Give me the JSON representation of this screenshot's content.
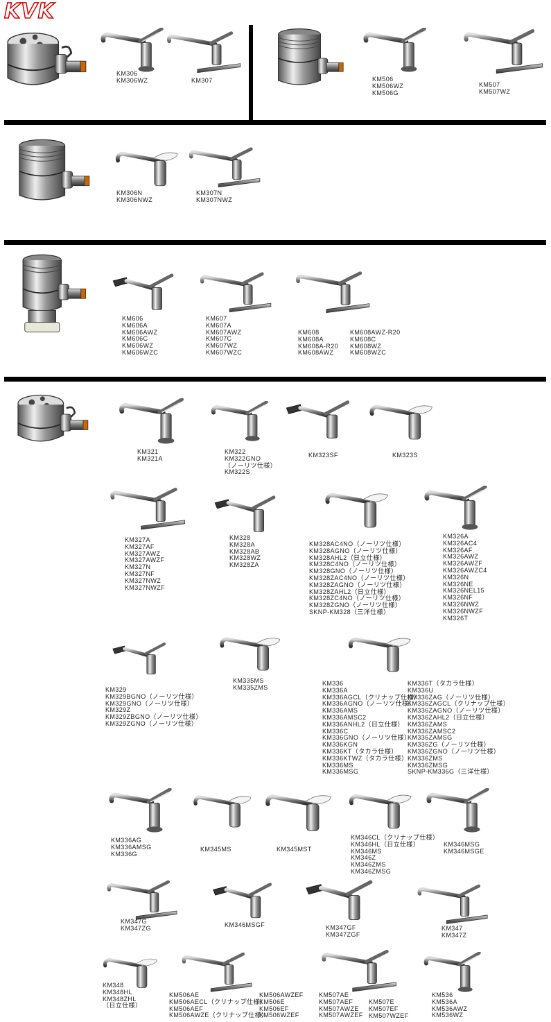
{
  "brand": {
    "logo_text": "KVK",
    "logo_color": "#d40000"
  },
  "sections": [
    {
      "groups": [
        {
          "id": "g1",
          "models": [
            "KM306",
            "KM306WZ"
          ]
        },
        {
          "id": "g2",
          "models": [
            "KM307"
          ]
        },
        {
          "id": "g3",
          "models": [
            "KM506",
            "KM506WZ",
            "KM506G"
          ]
        },
        {
          "id": "g4",
          "models": [
            "KM507",
            "KM507WZ"
          ]
        }
      ]
    },
    {
      "groups": [
        {
          "id": "g5",
          "models": [
            "KM306N",
            "KM306NWZ"
          ]
        },
        {
          "id": "g6",
          "models": [
            "KM307N",
            "KM307NWZ"
          ]
        }
      ]
    },
    {
      "groups": [
        {
          "id": "g7",
          "models": [
            "KM606",
            "KM606A",
            "KM606AWZ",
            "KM606C",
            "KM606WZ",
            "KM606WZC"
          ]
        },
        {
          "id": "g8",
          "models": [
            "KM607",
            "KM607A",
            "KM607AWZ",
            "KM607C",
            "KM607WZ",
            "KM607WZC"
          ]
        },
        {
          "id": "g9",
          "models": [
            "KM608",
            "KM608A",
            "KM608A-R20",
            "KM608AWZ"
          ]
        },
        {
          "id": "g10",
          "models": [
            "KM608AWZ-R20",
            "KM608C",
            "KM608WZ",
            "KM608WZC"
          ]
        }
      ]
    },
    {
      "groups": [
        {
          "id": "g11",
          "models": [
            "KM321",
            "KM321A"
          ]
        },
        {
          "id": "g12",
          "models": [
            "KM322",
            "KM322GNO",
            "（ノーリツ仕様）",
            "KM322S"
          ]
        },
        {
          "id": "g13",
          "models": [
            "KM323SF"
          ]
        },
        {
          "id": "g14",
          "models": [
            "KM323S"
          ]
        },
        {
          "id": "g15",
          "models": [
            "KM327A",
            "KM327AF",
            "KM327AWZ",
            "KM327AWZF",
            "KM327N",
            "KM327NF",
            "KM327NWZ",
            "KM327NWZF"
          ]
        },
        {
          "id": "g16",
          "models": [
            "KM328",
            "KM328A",
            "KM328AB",
            "KM328WZ",
            "KM328ZA"
          ]
        },
        {
          "id": "g17",
          "models": [
            "KM328AC4NO（ノーリツ仕様）",
            "KM328AGNO（ノーリツ仕様）",
            "KM328AHL2（日立仕様）",
            "KM328C4NO（ノーリツ仕様）",
            "KM328GNO（ノーリツ仕様）",
            "KM328ZAC4NO（ノーリツ仕様）",
            "KM328ZAGNO（ノーリツ仕様）",
            "KM328ZAHL2（日立仕様）",
            "KM328ZC4NO（ノーリツ仕様）",
            "KM328ZGNO（ノーリツ仕様）",
            "SKNP-KM328（三洋仕様）"
          ]
        },
        {
          "id": "g18",
          "models": [
            "KM326A",
            "KM326AC4",
            "KM326AF",
            "KM326AWZ",
            "KM326AWZF",
            "KM326AWZC4",
            "KM326N",
            "KM326NE",
            "KM326NEL15",
            "KM326NF",
            "KM326NWZ",
            "KM326NWZF",
            "KM326T"
          ]
        },
        {
          "id": "g19",
          "models": [
            "KM329",
            "KM329BGNO（ノーリツ仕様）",
            "KM329GNO（ノーリツ仕様）",
            "KM329Z",
            "KM329ZBGNO（ノーリツ仕様）",
            "KM329ZGNO（ノーリツ仕様）"
          ]
        },
        {
          "id": "g20",
          "models": [
            "KM335MS",
            "KM335ZMS"
          ]
        },
        {
          "id": "g21",
          "models": [
            "KM336",
            "KM336A",
            "KM336AGCL（クリナップ仕様）",
            "KM336AGNO（ノーリツ仕様）",
            "KM336AMS",
            "KM336AMSC2",
            "KM336ANHL2（日立仕様）",
            "KM336C",
            "KM336GNO（ノーリツ仕様）",
            "KM336KGN",
            "KM336KT（タカラ仕様）",
            "KM336KTWZ（タカラ仕様）",
            "KM336MS",
            "KM336MSG"
          ]
        },
        {
          "id": "g22",
          "models": [
            "KM336T（タカラ仕様）",
            "KM336U",
            "KM336ZAG（ノーリツ仕様）",
            "KM336ZAGCL（クリナップ仕様）",
            "KM336ZAGNO（ノーリツ仕様）",
            "KM336ZAHL2（日立仕様）",
            "KM336ZAMS",
            "KM336ZAMSC2",
            "KM336ZAMSG",
            "KM336ZG（ノーリツ仕様）",
            "KM336ZGNO（ノーリツ仕様）",
            "KM336ZMS",
            "KM336ZMSG",
            "SKNP-KM336G（三洋仕様）"
          ]
        },
        {
          "id": "g23",
          "models": [
            "KM336AG",
            "KM336AMSG",
            "KM336G"
          ]
        },
        {
          "id": "g24",
          "models": [
            "KM345MS"
          ]
        },
        {
          "id": "g25",
          "models": [
            "KM345MST"
          ]
        },
        {
          "id": "g26",
          "models": [
            "KM346CL（クリナップ仕様）",
            "KM346HL（日立仕様）",
            "KM346MS",
            "KM346Z",
            "KM346ZMS",
            "KM346ZMSG"
          ]
        },
        {
          "id": "g27",
          "models": [
            "KM346MSG",
            "KM346MSGE"
          ]
        },
        {
          "id": "g28",
          "models": [
            "KM347G",
            "KM347ZG"
          ]
        },
        {
          "id": "g29",
          "models": [
            "KM346MSGF"
          ]
        },
        {
          "id": "g30",
          "models": [
            "KM347GF",
            "KM347ZGF"
          ]
        },
        {
          "id": "g31",
          "models": [
            "KM347",
            "KM347Z"
          ]
        },
        {
          "id": "g32",
          "models": [
            "KM348",
            "KM348HL",
            "KM348ZHL",
            "（日立仕様）"
          ]
        },
        {
          "id": "g33",
          "models": [
            "KM506AE",
            "KM506AECL（クリナップ仕様）",
            "KM506AEF",
            "KM506AWZE（クリナップ仕様）"
          ]
        },
        {
          "id": "g34",
          "models": [
            "KM506AWZEF",
            "KM506E",
            "KM506EF",
            "KM506WZEF"
          ]
        },
        {
          "id": "g35",
          "models": [
            "KM507AE",
            "KM507AEF",
            "KM507AWZE",
            "KM507AWZEF"
          ]
        },
        {
          "id": "g36",
          "models": [
            "KM507E",
            "KM507EF",
            "KM507WZEF"
          ]
        },
        {
          "id": "g37",
          "models": [
            "KM536",
            "KM536A",
            "KM536AWZ",
            "KM536WZ"
          ]
        }
      ]
    }
  ]
}
